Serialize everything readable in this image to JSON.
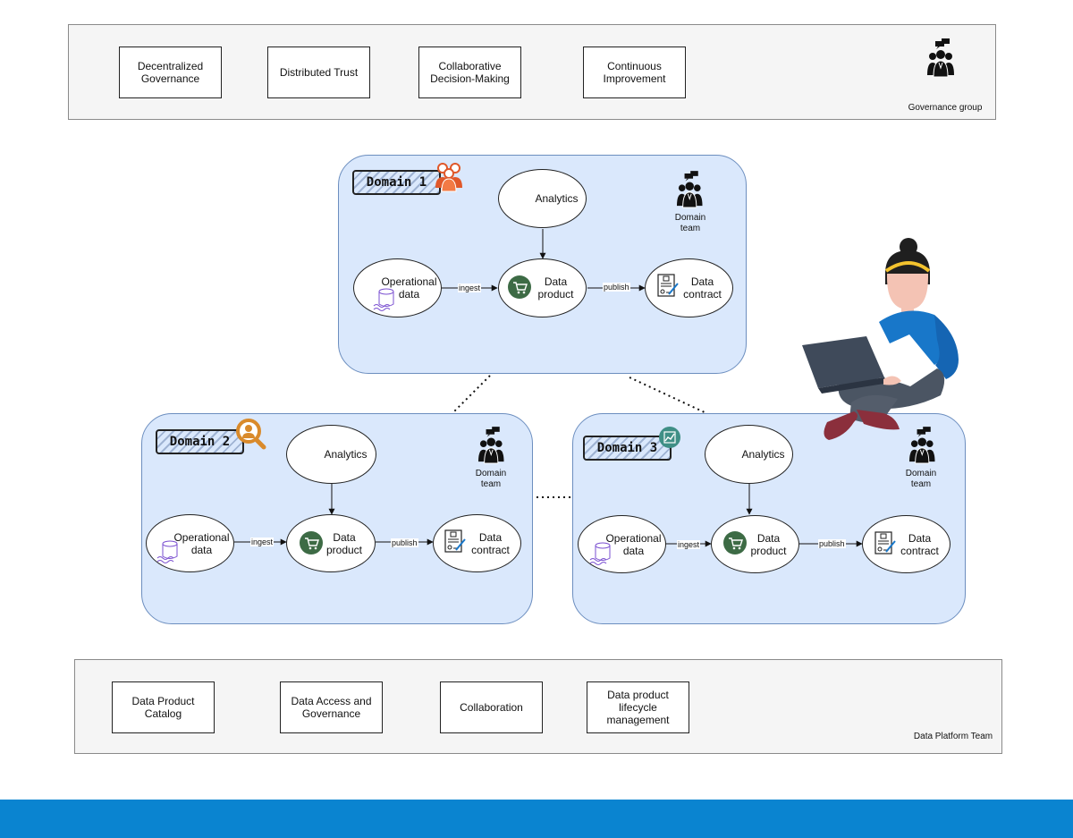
{
  "governance": {
    "principles": [
      "Decentralized\nGovernance",
      "Distributed Trust",
      "Collaborative\nDecision-Making",
      "Continuous\nImprovement"
    ],
    "team_label": "Governance group",
    "team_icon": "team-meeting-icon"
  },
  "domains": [
    {
      "tag": "Domain 1",
      "badge_icon": "people-group-icon",
      "team_label": "Domain\nteam",
      "analytics": "Analytics",
      "operational": "Operational\ndata",
      "product": "Data\nproduct",
      "contract": "Data\ncontract",
      "ingest": "ingest",
      "publish": "publish"
    },
    {
      "tag": "Domain 2",
      "badge_icon": "magnifier-person-icon",
      "team_label": "Domain\nteam",
      "analytics": "Analytics",
      "operational": "Operational\ndata",
      "product": "Data\nproduct",
      "contract": "Data\ncontract",
      "ingest": "ingest",
      "publish": "publish"
    },
    {
      "tag": "Domain 3",
      "badge_icon": "trend-chart-icon",
      "team_label": "Domain\nteam",
      "analytics": "Analytics",
      "operational": "Operational\ndata",
      "product": "Data\nproduct",
      "contract": "Data\ncontract",
      "ingest": "ingest",
      "publish": "publish"
    }
  ],
  "platform": {
    "capabilities": [
      "Data Product\nCatalog",
      "Data Access and\nGovernance",
      "Collaboration",
      "Data product\nlifecycle\nmanagement"
    ],
    "team_label": "Data Platform Team",
    "team_icon": "team-meeting-icon"
  },
  "colors": {
    "domain_fill": "#dae8fc",
    "domain_stroke": "#6c8ebf",
    "footer": "#0a84d0",
    "cart_green": "#3d6b45",
    "person_sweater": "#1877c9"
  }
}
